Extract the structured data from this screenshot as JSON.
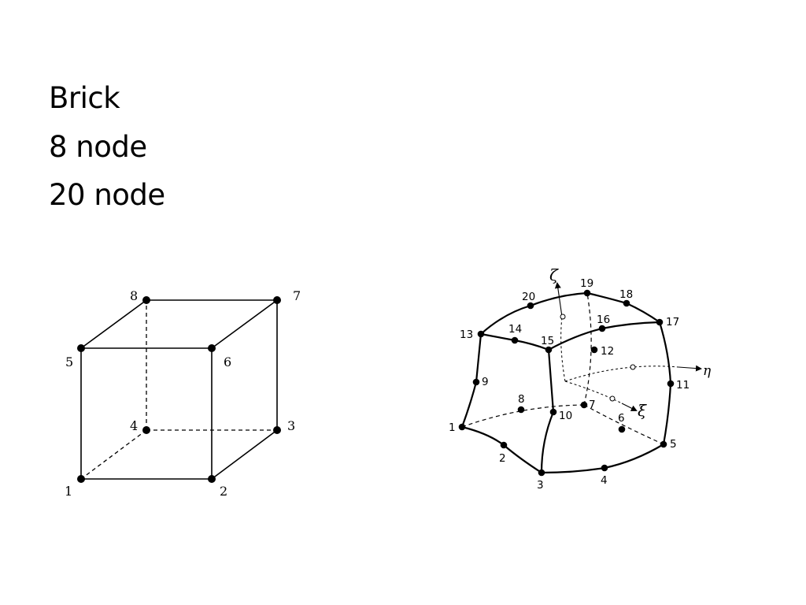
{
  "slide": {
    "bullets": [
      "Brick",
      "8 node",
      "20 node"
    ]
  },
  "brick8": {
    "nodes": [
      {
        "id": "1",
        "label": "1"
      },
      {
        "id": "2",
        "label": "2"
      },
      {
        "id": "3",
        "label": "3"
      },
      {
        "id": "4",
        "label": "4"
      },
      {
        "id": "5",
        "label": "5"
      },
      {
        "id": "6",
        "label": "6"
      },
      {
        "id": "7",
        "label": "7"
      },
      {
        "id": "8",
        "label": "8"
      }
    ]
  },
  "brick20": {
    "nodes": [
      {
        "id": "1",
        "label": "1"
      },
      {
        "id": "2",
        "label": "2"
      },
      {
        "id": "3",
        "label": "3"
      },
      {
        "id": "4",
        "label": "4"
      },
      {
        "id": "5",
        "label": "5"
      },
      {
        "id": "6",
        "label": "6"
      },
      {
        "id": "7",
        "label": "7"
      },
      {
        "id": "8",
        "label": "8"
      },
      {
        "id": "9",
        "label": "9"
      },
      {
        "id": "10",
        "label": "10"
      },
      {
        "id": "11",
        "label": "11"
      },
      {
        "id": "12",
        "label": "12"
      },
      {
        "id": "13",
        "label": "13"
      },
      {
        "id": "14",
        "label": "14"
      },
      {
        "id": "15",
        "label": "15"
      },
      {
        "id": "16",
        "label": "16"
      },
      {
        "id": "17",
        "label": "17"
      },
      {
        "id": "18",
        "label": "18"
      },
      {
        "id": "19",
        "label": "19"
      },
      {
        "id": "20",
        "label": "20"
      }
    ],
    "axes": {
      "zeta": "ζ",
      "eta": "η",
      "xi": "ξ"
    }
  }
}
